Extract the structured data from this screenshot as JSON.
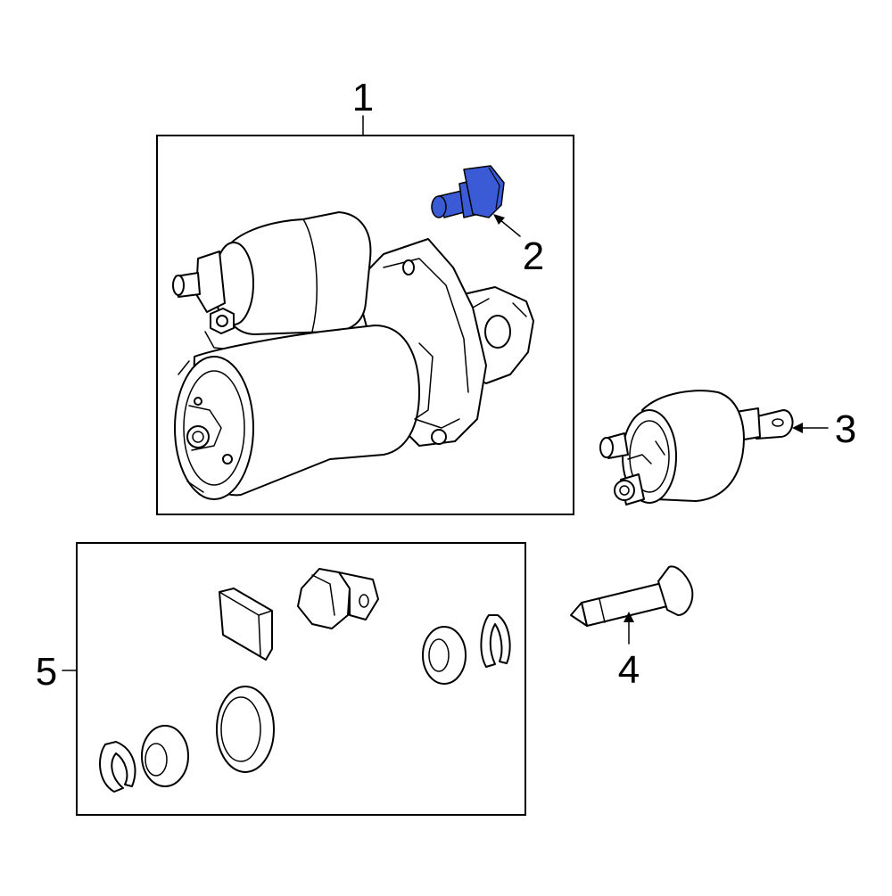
{
  "diagram": {
    "highlight_color": "#3b5bd6",
    "callouts": [
      {
        "id": "callout-1",
        "label": "1"
      },
      {
        "id": "callout-2",
        "label": "2"
      },
      {
        "id": "callout-3",
        "label": "3"
      },
      {
        "id": "callout-4",
        "label": "4"
      },
      {
        "id": "callout-5",
        "label": "5"
      }
    ]
  }
}
